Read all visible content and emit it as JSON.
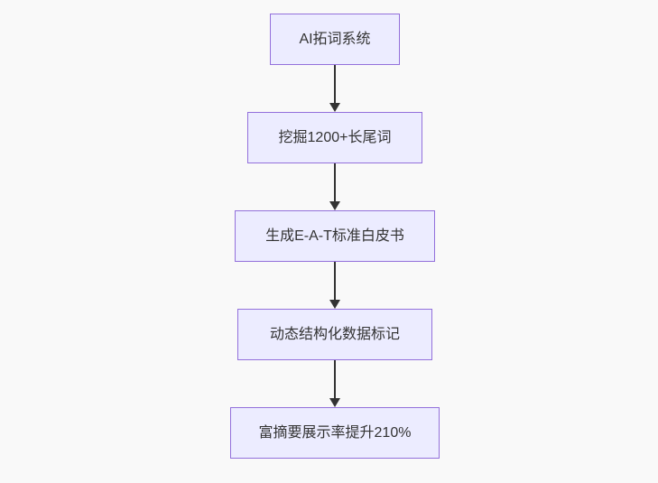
{
  "diagram": {
    "type": "flowchart",
    "direction": "top-down",
    "nodes": [
      {
        "id": "node-1",
        "label": "AI拓词系统"
      },
      {
        "id": "node-2",
        "label": "挖掘1200+长尾词"
      },
      {
        "id": "node-3",
        "label": "生成E-A-T标准白皮书"
      },
      {
        "id": "node-4",
        "label": "动态结构化数据标记"
      },
      {
        "id": "node-5",
        "label": "富摘要展示率提升210%"
      }
    ],
    "edges": [
      {
        "from": "node-1",
        "to": "node-2"
      },
      {
        "from": "node-2",
        "to": "node-3"
      },
      {
        "from": "node-3",
        "to": "node-4"
      },
      {
        "from": "node-4",
        "to": "node-5"
      }
    ],
    "colors": {
      "node_fill": "#ececff",
      "node_border": "#9370db",
      "node_text": "#333333",
      "arrow": "#333333",
      "background": "#f9f9f9"
    }
  }
}
